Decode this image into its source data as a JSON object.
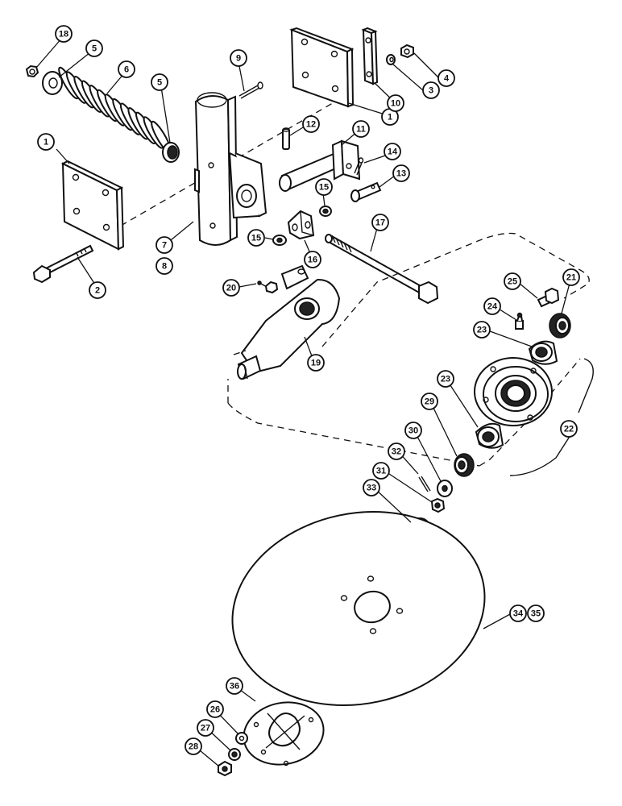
{
  "callouts": [
    {
      "id": "c18",
      "label": "18"
    },
    {
      "id": "c5a",
      "label": "5"
    },
    {
      "id": "c6",
      "label": "6"
    },
    {
      "id": "c5b",
      "label": "5"
    },
    {
      "id": "c9",
      "label": "9"
    },
    {
      "id": "c1a",
      "label": "1"
    },
    {
      "id": "c1b",
      "label": "1"
    },
    {
      "id": "c10",
      "label": "10"
    },
    {
      "id": "c3",
      "label": "3"
    },
    {
      "id": "c4",
      "label": "4"
    },
    {
      "id": "c12",
      "label": "12"
    },
    {
      "id": "c11",
      "label": "11"
    },
    {
      "id": "c14",
      "label": "14"
    },
    {
      "id": "c13",
      "label": "13"
    },
    {
      "id": "c15a",
      "label": "15"
    },
    {
      "id": "c15b",
      "label": "15"
    },
    {
      "id": "c16",
      "label": "16"
    },
    {
      "id": "c17",
      "label": "17"
    },
    {
      "id": "c2",
      "label": "2"
    },
    {
      "id": "c7",
      "label": "7"
    },
    {
      "id": "c8",
      "label": "8"
    },
    {
      "id": "c20",
      "label": "20"
    },
    {
      "id": "c19",
      "label": "19"
    },
    {
      "id": "c25",
      "label": "25"
    },
    {
      "id": "c21",
      "label": "21"
    },
    {
      "id": "c24",
      "label": "24"
    },
    {
      "id": "c23a",
      "label": "23"
    },
    {
      "id": "c23b",
      "label": "23"
    },
    {
      "id": "c22",
      "label": "22"
    },
    {
      "id": "c29",
      "label": "29"
    },
    {
      "id": "c30",
      "label": "30"
    },
    {
      "id": "c32",
      "label": "32"
    },
    {
      "id": "c31",
      "label": "31"
    },
    {
      "id": "c33",
      "label": "33"
    },
    {
      "id": "c34",
      "label": "34"
    },
    {
      "id": "c35",
      "label": "35"
    },
    {
      "id": "c36",
      "label": "36"
    },
    {
      "id": "c26",
      "label": "26"
    },
    {
      "id": "c27",
      "label": "27"
    },
    {
      "id": "c28",
      "label": "28"
    }
  ]
}
